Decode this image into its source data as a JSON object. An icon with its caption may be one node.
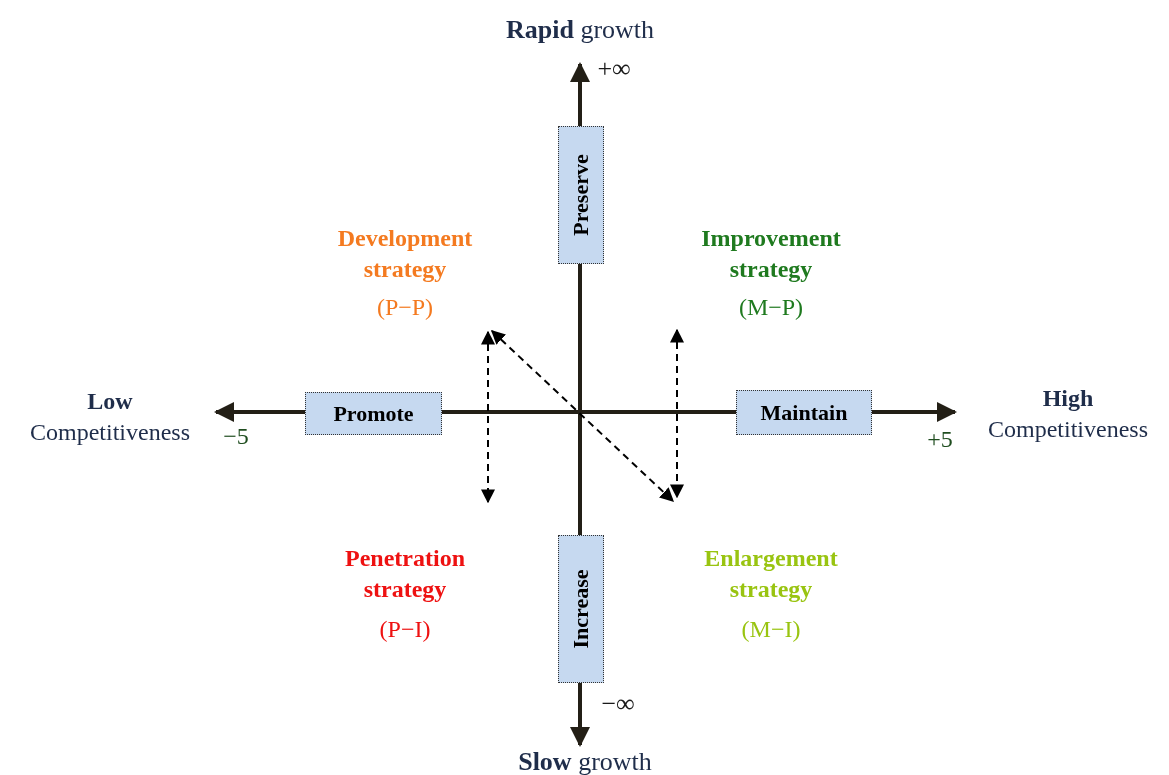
{
  "diagram": {
    "nodes": [
      {
        "text": [
          "Preserve"
        ]
      },
      {
        "text": [
          "Promote"
        ]
      },
      {
        "text": [
          "Maintain"
        ]
      },
      {
        "text": [
          "Increase"
        ]
      }
    ],
    "labels": [
      "**Rapid** growth",
      "+∞",
      "Development strategy",
      "(P−P)",
      "Improvement strategy",
      "(M−P)",
      "**Low** Competitiveness",
      "−5",
      "**High** Competitiveness",
      "+5",
      "Penetration strategy",
      "(P−I)",
      "Enlargement strategy",
      "(M−I)",
      "−∞",
      "**Slow** growth"
    ]
  }
}
